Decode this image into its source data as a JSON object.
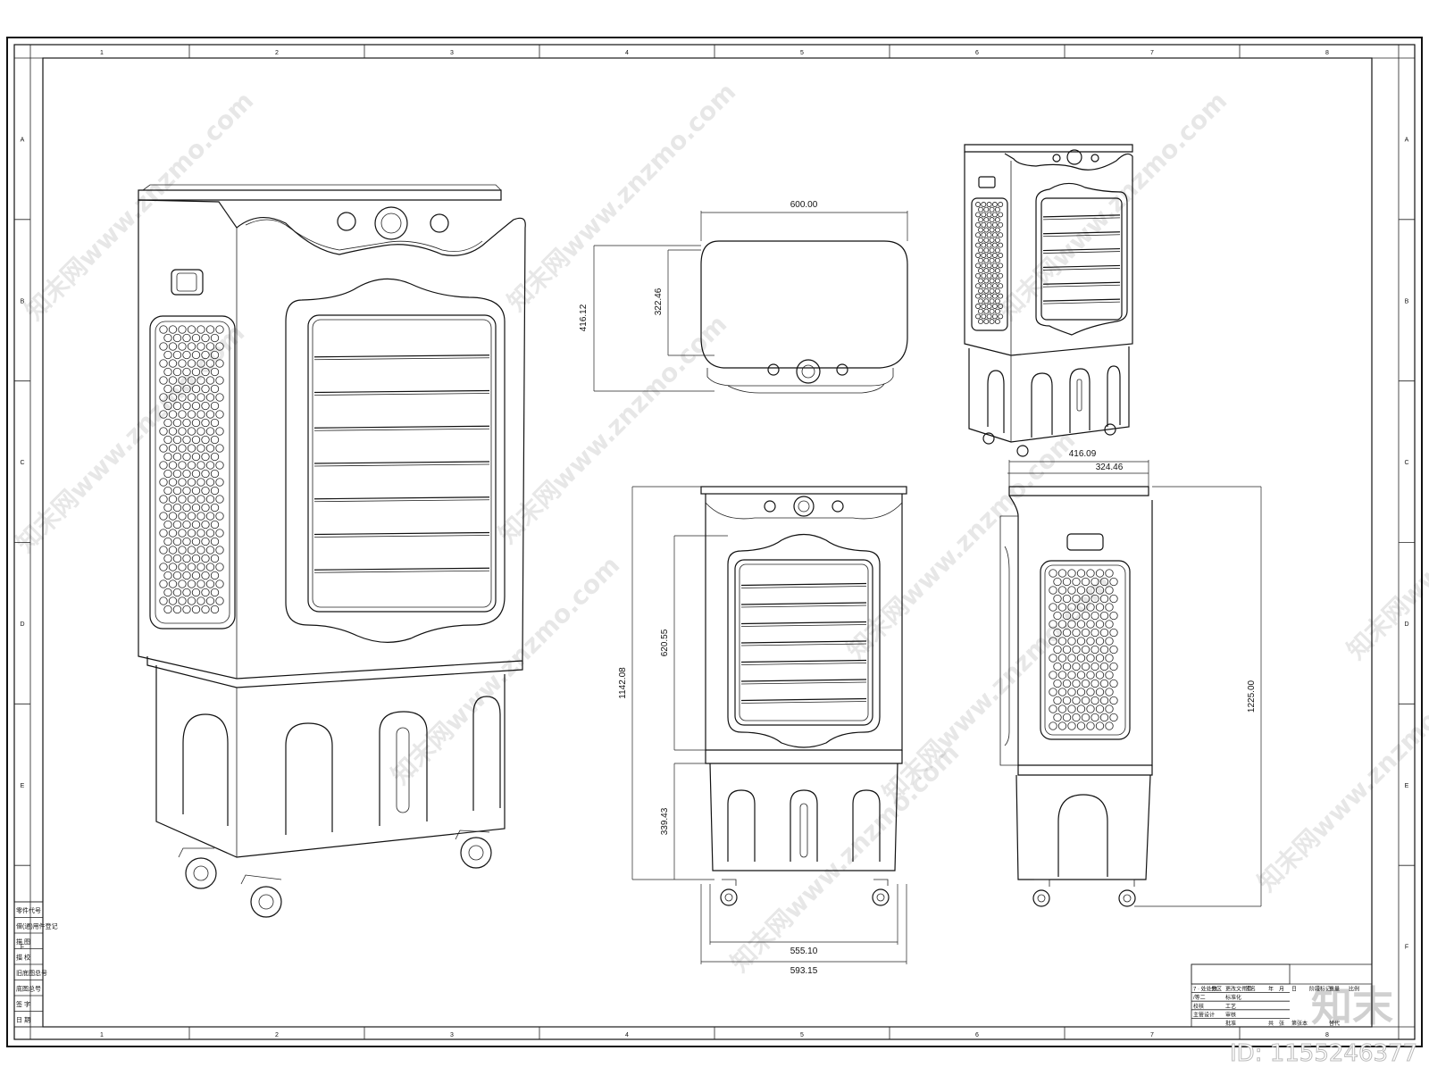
{
  "frame": {
    "col_labels": [
      "1",
      "2",
      "3",
      "4",
      "5",
      "6",
      "7",
      "8"
    ],
    "row_labels": [
      "A",
      "B",
      "C",
      "D",
      "E",
      "F"
    ]
  },
  "dimensions": {
    "top_width": "600.00",
    "top_depth": "416.12",
    "top_inner_depth": "322.46",
    "front_height": "1142.08",
    "front_grille_height": "620.55",
    "front_base_height": "339.43",
    "front_base_width": "555.10",
    "front_width": "593.15",
    "side_depth": "416.09",
    "side_inner_depth": "324.46",
    "side_height": "1225.00"
  },
  "left_table": {
    "rows": [
      "零件代号",
      "借(通)用件登记",
      "描  图",
      "描  校",
      "旧底图总号",
      "底图总号",
      "签  字",
      "日  期"
    ]
  },
  "title_block": {
    "rows": [
      [
        "7 · 处处数",
        "分区",
        "更改文件号",
        "签名",
        "年",
        "月",
        "日",
        "阶段标记",
        "重量",
        "比例"
      ],
      [
        "/等二",
        "",
        "标准化",
        "",
        "",
        "",
        "",
        "",
        "",
        ""
      ],
      [
        "校核",
        "",
        "工艺",
        "",
        "",
        "",
        "",
        "",
        "",
        ""
      ],
      [
        "主管设计",
        "",
        "审核",
        "",
        "",
        "",
        "",
        "",
        "",
        ""
      ],
      [
        "",
        "",
        "批准",
        "",
        "共",
        "张",
        "第张本",
        "",
        "替代",
        ""
      ]
    ]
  },
  "watermark": {
    "site": "知末网www.znzmo.com",
    "logo": "知末",
    "id_text": "ID: 1155246377"
  }
}
